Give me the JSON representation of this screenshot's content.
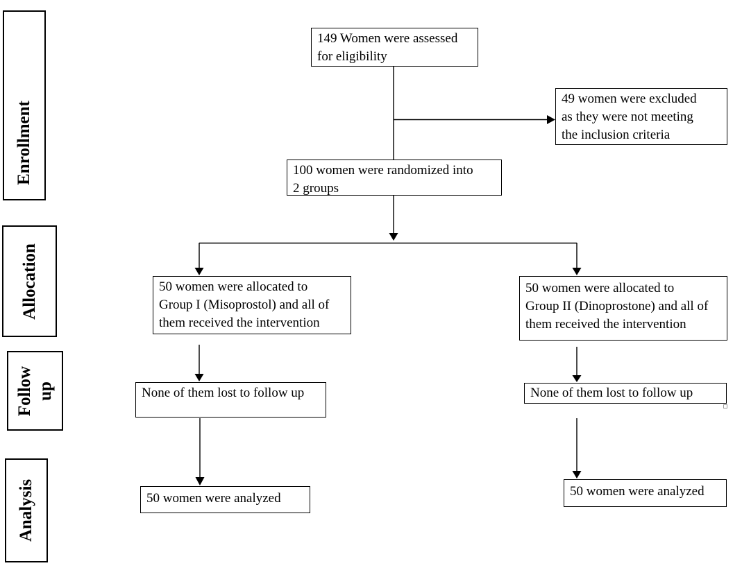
{
  "diagram": {
    "stages": {
      "enrollment": "Enrollment",
      "allocation": "Allocation",
      "followup_lines": [
        "Follow",
        "up"
      ],
      "analysis": "Analysis"
    },
    "boxes": {
      "assessed": {
        "lines": [
          "149 Women were assessed",
          "for eligibility"
        ]
      },
      "excluded": {
        "lines": [
          "49 women were excluded",
          "as they were not meeting",
          "the inclusion criteria"
        ]
      },
      "randomized": {
        "lines": [
          "100 women were randomized into",
          "2 groups"
        ]
      },
      "allocated_group1": {
        "lines": [
          "50 women were allocated to",
          "Group I (Misoprostol) and all of",
          "them received the intervention"
        ]
      },
      "allocated_group2": {
        "lines": [
          "50 women were allocated to",
          "Group II (Dinoprostone) and all of",
          "them received the intervention"
        ]
      },
      "followup_group1": {
        "lines": [
          "None of them lost to follow up"
        ]
      },
      "followup_group2": {
        "lines": [
          "None of them lost to follow up"
        ]
      },
      "analyzed_group1": {
        "lines": [
          "50 women were analyzed"
        ]
      },
      "analyzed_group2": {
        "lines": [
          "50 women were analyzed"
        ]
      }
    },
    "colors": {
      "line": "#000000",
      "box_border": "#000000",
      "text": "#000000",
      "background": "#ffffff"
    }
  }
}
